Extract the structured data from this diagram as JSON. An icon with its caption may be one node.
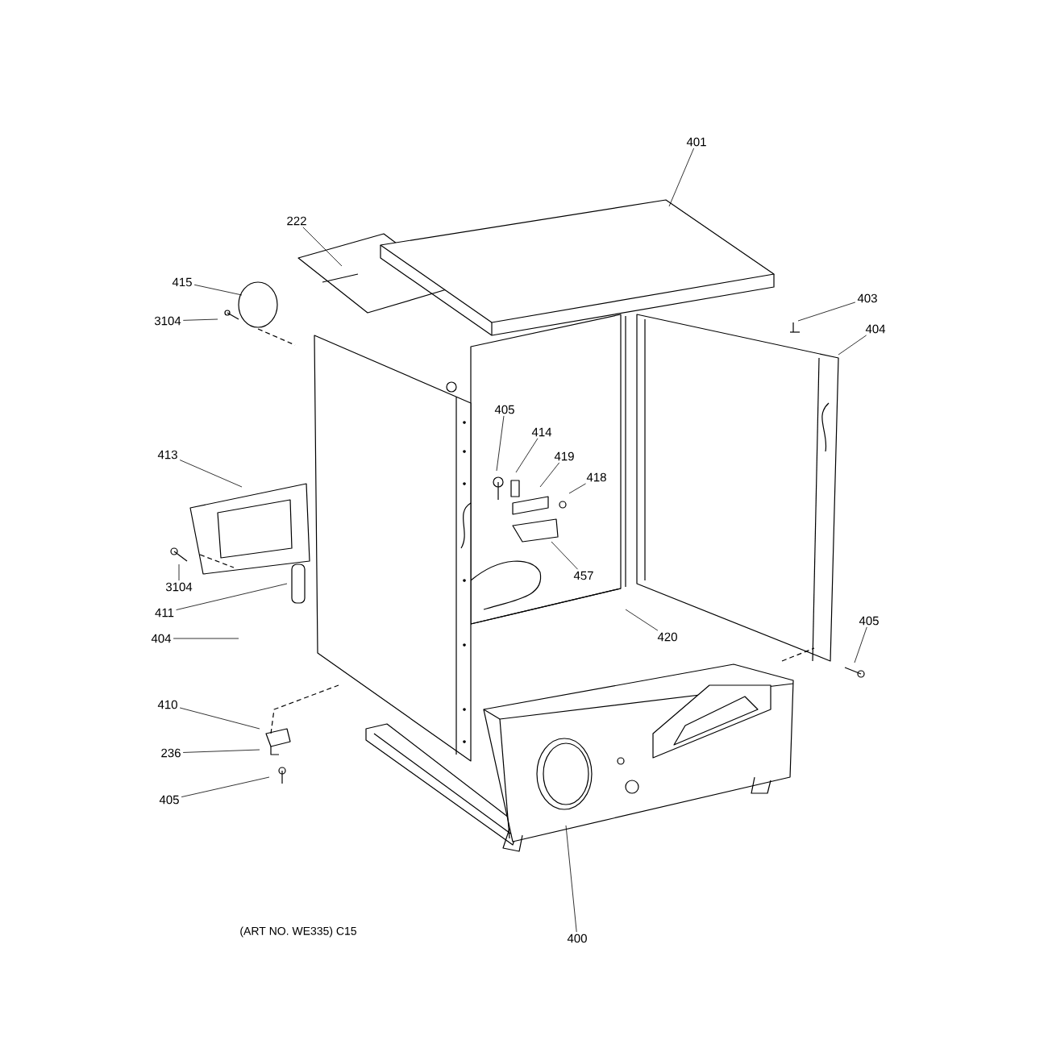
{
  "diagram": {
    "nodes": [
      {
        "text": [
          "401"
        ]
      },
      {
        "text": [
          "222"
        ]
      },
      {
        "text": [
          "415"
        ]
      },
      {
        "text": [
          "3104"
        ]
      },
      {
        "text": [
          "403"
        ]
      },
      {
        "text": [
          "404"
        ]
      },
      {
        "text": [
          "405"
        ]
      },
      {
        "text": [
          "414"
        ]
      },
      {
        "text": [
          "419"
        ]
      },
      {
        "text": [
          "418"
        ]
      },
      {
        "text": [
          "413"
        ]
      },
      {
        "text": [
          "3104"
        ]
      },
      {
        "text": [
          "411"
        ]
      },
      {
        "text": [
          "404"
        ]
      },
      {
        "text": [
          "457"
        ]
      },
      {
        "text": [
          "420"
        ]
      },
      {
        "text": [
          "405"
        ]
      },
      {
        "text": [
          "410"
        ]
      },
      {
        "text": [
          "236"
        ]
      },
      {
        "text": [
          "405"
        ]
      },
      {
        "text": [
          "400"
        ]
      }
    ],
    "edges": [
      {
        "from": 0,
        "to": null,
        "arrow": "none"
      },
      {
        "from": 1,
        "to": null,
        "arrow": "none"
      },
      {
        "from": 2,
        "to": null,
        "arrow": "none"
      },
      {
        "from": 3,
        "to": null,
        "arrow": "none"
      },
      {
        "from": 4,
        "to": null,
        "arrow": "none"
      },
      {
        "from": 5,
        "to": null,
        "arrow": "none"
      },
      {
        "from": 6,
        "to": null,
        "arrow": "none"
      },
      {
        "from": 7,
        "to": null,
        "arrow": "none"
      },
      {
        "from": 8,
        "to": null,
        "arrow": "none"
      },
      {
        "from": 9,
        "to": null,
        "arrow": "none"
      },
      {
        "from": 10,
        "to": null,
        "arrow": "none"
      },
      {
        "from": 11,
        "to": null,
        "arrow": "none"
      },
      {
        "from": 12,
        "to": null,
        "arrow": "none"
      },
      {
        "from": 13,
        "to": null,
        "arrow": "none"
      },
      {
        "from": 14,
        "to": null,
        "arrow": "none"
      },
      {
        "from": 15,
        "to": null,
        "arrow": "none"
      },
      {
        "from": 16,
        "to": null,
        "arrow": "none"
      },
      {
        "from": 17,
        "to": null,
        "arrow": "none"
      },
      {
        "from": 18,
        "to": null,
        "arrow": "none"
      },
      {
        "from": 19,
        "to": null,
        "arrow": "none"
      },
      {
        "from": 20,
        "to": null,
        "arrow": "none"
      }
    ],
    "labels": [
      "(ART NO. WE335) C15"
    ]
  }
}
